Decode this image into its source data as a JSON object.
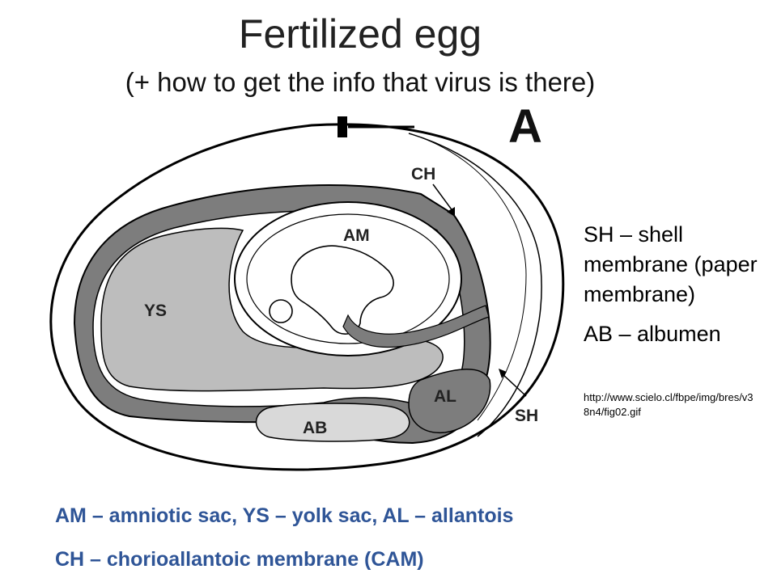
{
  "title": "Fertilized egg",
  "subtitle": "(+ how to get the info that virus is there)",
  "diagram": {
    "panel_letter": "A",
    "labels": {
      "ch": "CH",
      "am": "AM",
      "ys": "YS",
      "al": "AL",
      "ab": "AB",
      "sh": "SH"
    },
    "colors": {
      "dark_membrane": "#7d7d7d",
      "yolk_gray": "#bdbdbd",
      "albumen_light": "#d9d9d9",
      "outline": "#000000"
    }
  },
  "legend_right": {
    "sh_line": "SH – shell membrane (paper membrane)",
    "ab_line": "AB – albumen",
    "url": "http://www.scielo.cl/fbpe/img/bres/v38n4/fig02.gif"
  },
  "bottom_legend": {
    "line1": "AM – amniotic sac, YS – yolk sac, AL – allantois",
    "line2": "CH – chorioallantoic membrane (CAM)",
    "color": "#2f5597"
  }
}
